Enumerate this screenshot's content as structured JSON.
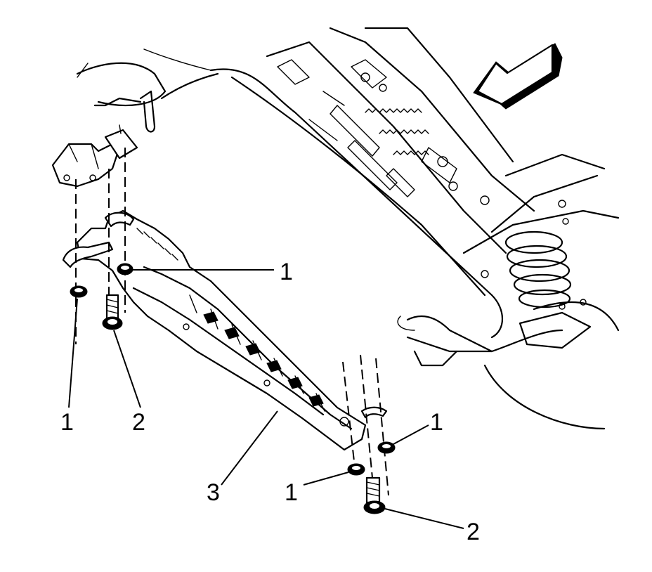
{
  "callouts": [
    {
      "id": "c1a",
      "label": "1"
    },
    {
      "id": "c1b",
      "label": "1"
    },
    {
      "id": "c2a",
      "label": "2"
    },
    {
      "id": "c3",
      "label": "3"
    },
    {
      "id": "c1c",
      "label": "1"
    },
    {
      "id": "c1d",
      "label": "1"
    },
    {
      "id": "c2b",
      "label": "2"
    }
  ],
  "icons": {
    "direction_arrow": "front-direction-arrow-icon"
  },
  "colors": {
    "line": "#000000",
    "background": "#ffffff"
  }
}
